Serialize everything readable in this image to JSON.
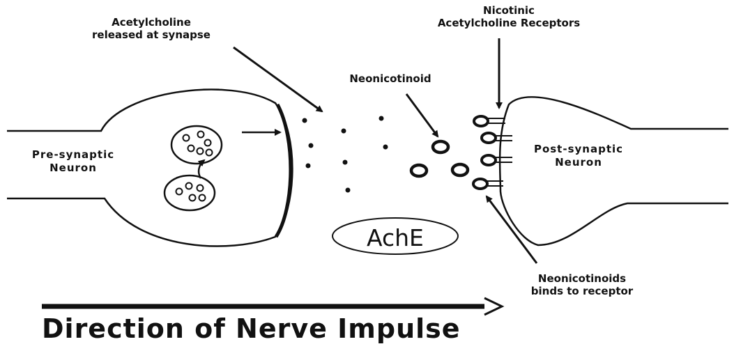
{
  "labels": {
    "ach_released": "Acetylcholine\nreleased at synapse",
    "nicotinic": "Nicotinic\nAcetylcholine Receptors",
    "neonicotinoid": "Neonicotinoid",
    "presynaptic": "Pre-synaptic\nNeuron",
    "postsynaptic": "Post-synaptic\nNeuron",
    "ache": "AchE",
    "binds": "Neonicotinoids\nbinds to receptor",
    "direction": "Direction of Nerve Impulse"
  }
}
